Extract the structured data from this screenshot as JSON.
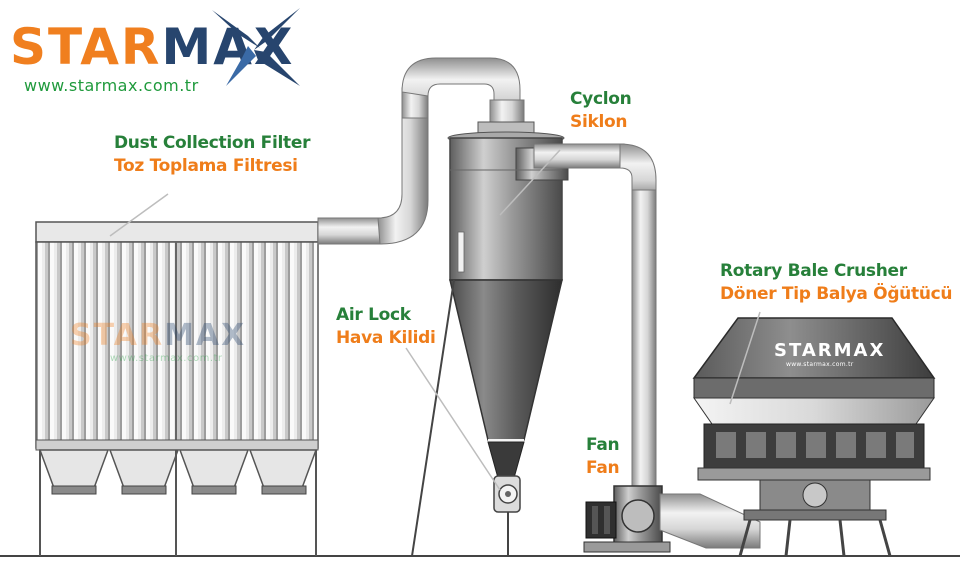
{
  "brand": {
    "name_part1": "STAR",
    "name_part2": "MAX",
    "url": "www.starmax.com.tr",
    "orange": "#f07f1f",
    "navy": "#27456e",
    "green": "#1f9a3c"
  },
  "labels": {
    "dust_filter": {
      "en": "Dust Collection Filter",
      "tr": "Toz Toplama Filtresi"
    },
    "cyclone": {
      "en": "Cyclon",
      "tr": "Siklon"
    },
    "air_lock": {
      "en": "Air Lock",
      "tr": "Hava Kilidi"
    },
    "crusher": {
      "en": "Rotary Bale Crusher",
      "tr": "Döner Tip Balya Öğütücü"
    },
    "fan": {
      "en": "Fan",
      "tr": "Fan"
    }
  },
  "watermarks": {
    "filter": {
      "part1": "STAR",
      "part2": "MAX",
      "url": "www.starmax.com.tr"
    },
    "crusher": {
      "name": "STARMAX",
      "url": "www.starmax.com.tr"
    }
  },
  "colors": {
    "label_en": "#27803a",
    "label_tr": "#ef7d1a"
  }
}
